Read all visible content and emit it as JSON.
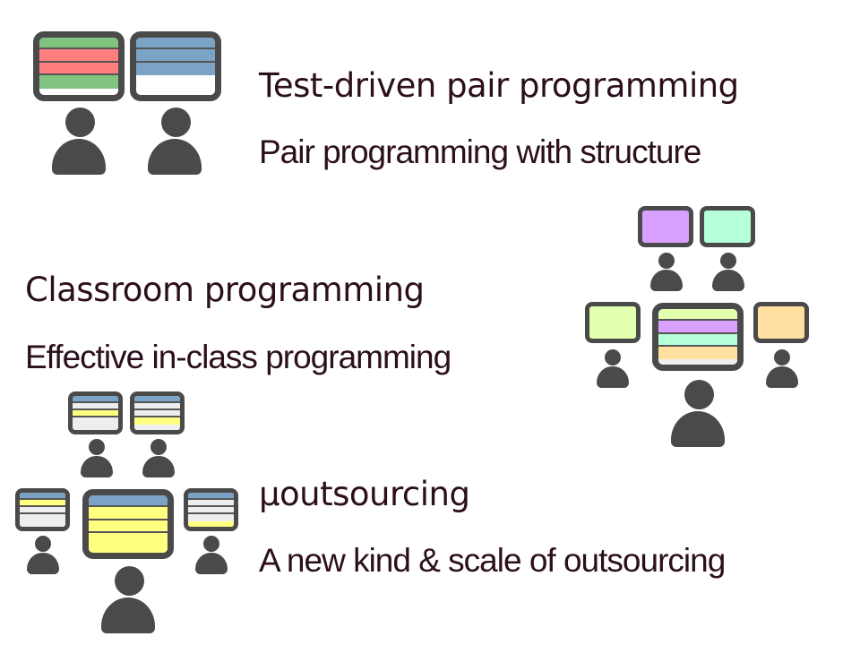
{
  "slide": {
    "sections": [
      {
        "title": "Test-driven pair programming",
        "subtitle": "Pair programming with structure"
      },
      {
        "title": "Classroom programming",
        "subtitle": "Effective in-class programming"
      },
      {
        "title": "μoutsourcing",
        "subtitle": "A new kind & scale of outsourcing"
      }
    ]
  },
  "colors": {
    "text": "#2b0f1d",
    "icon_dark": "#4a4a4a",
    "green": "#80c480",
    "red": "#ff7f7f",
    "blue": "#7ba3c6",
    "purple": "#d9a0ff",
    "mint": "#b5ffd9",
    "lime": "#e3ffb0",
    "peach": "#ffe0a0",
    "yellow": "#ffff80",
    "gray": "#eeeeee"
  },
  "icons": {
    "pair": [
      "monitor-icon",
      "person-icon"
    ],
    "classroom": [
      "monitor-icon",
      "person-icon"
    ],
    "outsourcing": [
      "monitor-icon",
      "person-icon"
    ]
  }
}
